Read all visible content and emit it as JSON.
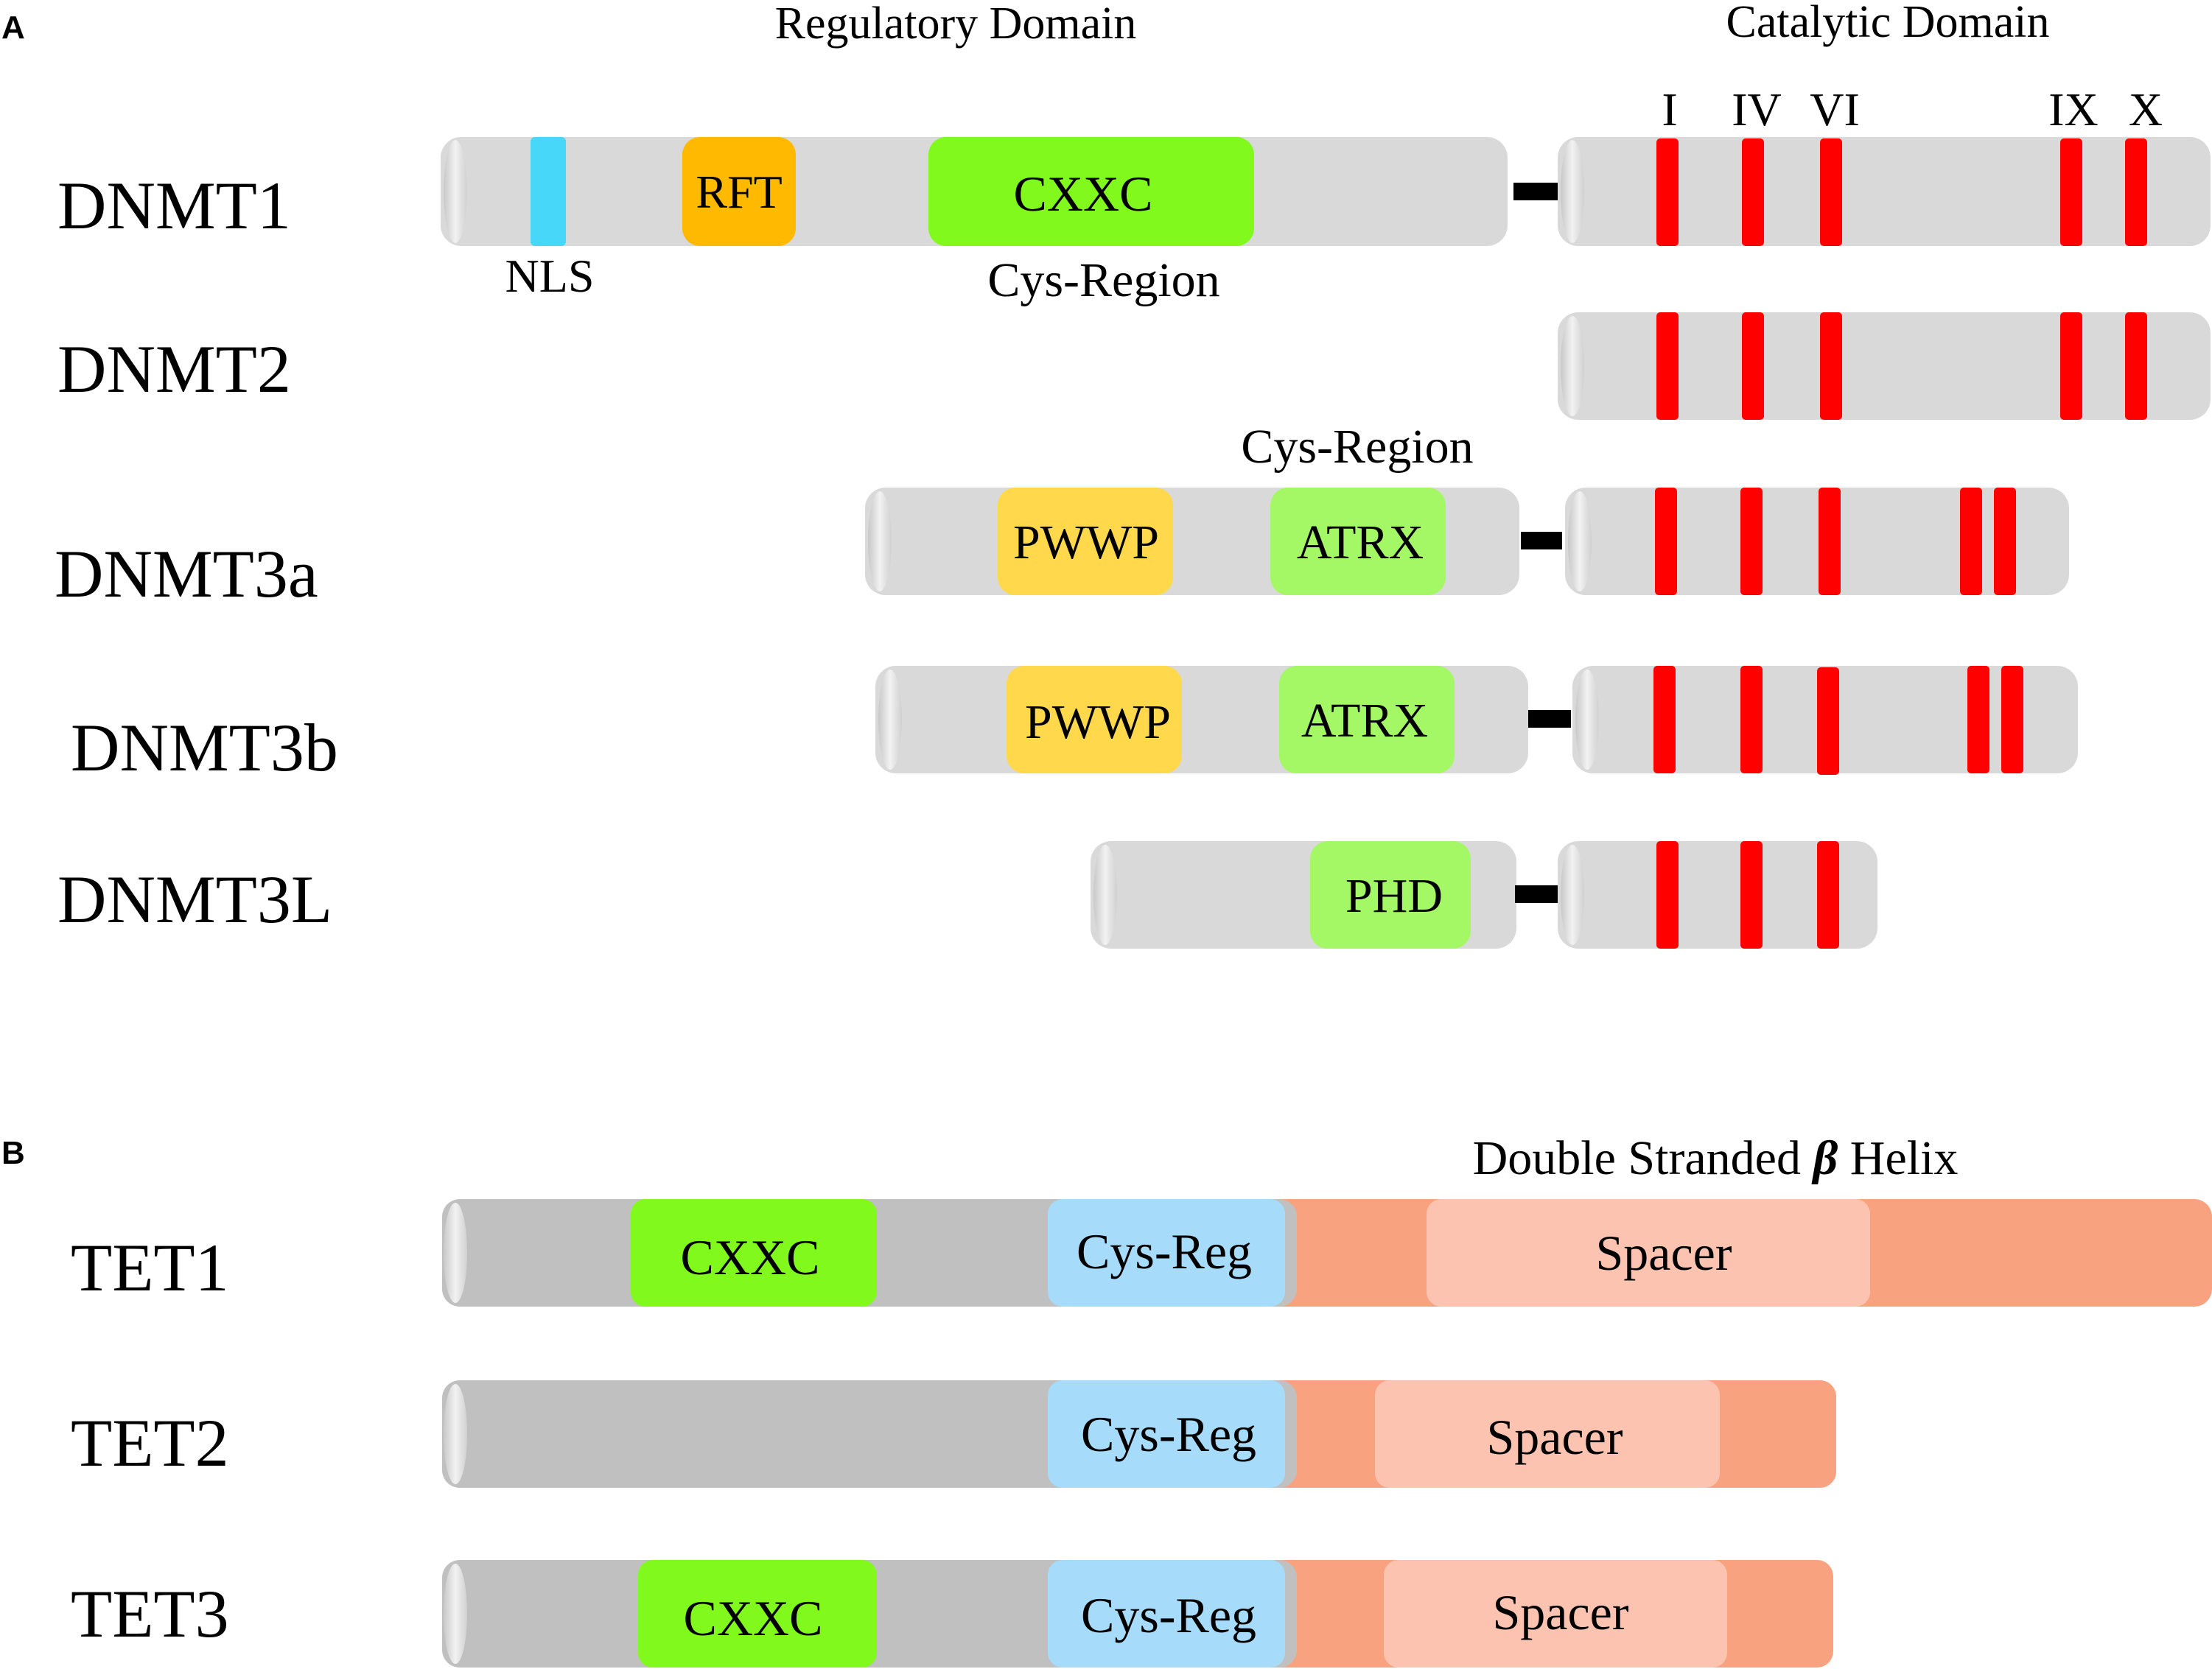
{
  "panels": {
    "a": {
      "letter": "A",
      "regulatory_header": "Regulatory Domain",
      "catalytic_header": "Catalytic Domain"
    },
    "b": {
      "letter": "B",
      "dsbh_header_pre": "Double Stranded ",
      "dsbh_header_beta": "β",
      "dsbh_header_post": " Helix"
    }
  },
  "motifs": {
    "I": "I",
    "IV": "IV",
    "VI": "VI",
    "IX": "IX",
    "X": "X"
  },
  "proteins": {
    "dnmt1": {
      "name": "DNMT1",
      "nls": "NLS",
      "rft": "RFT",
      "cxxc": "CXXC",
      "cys_region": "Cys-Region"
    },
    "dnmt2": {
      "name": "DNMT2"
    },
    "dnmt3a": {
      "name": "DNMT3a",
      "pwwp": "PWWP",
      "atrx": "ATRX",
      "cys_region": "Cys-Region"
    },
    "dnmt3b": {
      "name": "DNMT3b",
      "pwwp": "PWWP",
      "atrx": "ATRX"
    },
    "dnmt3l": {
      "name": "DNMT3L",
      "phd": "PHD"
    },
    "tet1": {
      "name": "TET1",
      "cxxc": "CXXC",
      "cysreg": "Cys-Reg",
      "spacer": "Spacer"
    },
    "tet2": {
      "name": "TET2",
      "cysreg": "Cys-Reg",
      "spacer": "Spacer"
    },
    "tet3": {
      "name": "TET3",
      "cxxc": "CXXC",
      "cysreg": "Cys-Reg",
      "spacer": "Spacer"
    }
  },
  "colors": {
    "backbone": "#d9d9d9",
    "backbone_tet": "#c0c0c0",
    "motif_red": "#fe0000",
    "nls_cyan": "#47d7f9",
    "rft_orange": "#ffba00",
    "cxxc_green": "#81f91d",
    "pwwp_yellow": "#ffd84b",
    "atrx_green": "#a5f865",
    "cysreg_blue": "#a6dbfa",
    "dsbh_salmon": "#f9a27f",
    "spacer_pink": "#fcc4b0"
  }
}
